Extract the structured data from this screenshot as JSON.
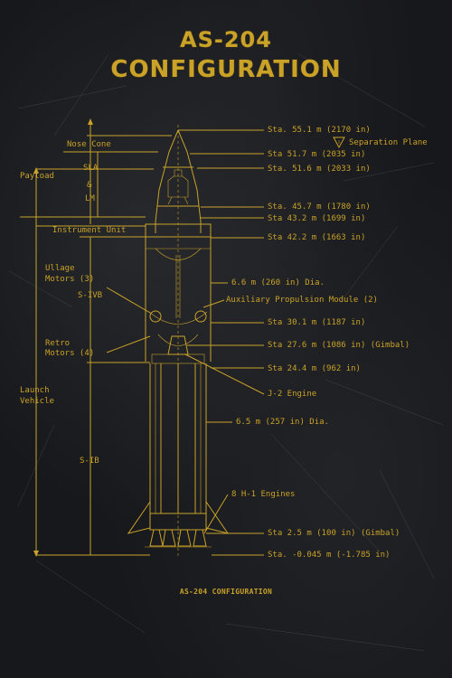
{
  "title_line1": "AS-204",
  "title_line2": "CONFIGURATION",
  "caption": "AS-204 CONFIGURATION",
  "accent_color": "#c9a227",
  "background_color": "#17181b",
  "stations": {
    "s1": "Sta. 55.1 m (2170 in)",
    "s2": "Sta 51.7 m (2035 in)",
    "s3": "Sta. 51.6 m (2033 in)",
    "s4": "Sta. 45.7 m (1780 in)",
    "s5": "Sta 43.2 m (1699 in)",
    "s6": "Sta 42.2 m (1663 in)",
    "s7": "Sta 30.1 m (1187 in)",
    "s8": "Sta 27.6 m (1086 in) (Gimbal)",
    "s9": "Sta 24.4 m (962 in)",
    "s10": "Sta 2.5 m (100 in) (Gimbal)",
    "s11": "Sta. -0.045 m (-1.785 in)"
  },
  "right_labels": {
    "separation_plane": "Separation Plane",
    "dia_upper": "6.6 m (260 in) Dia.",
    "apm": "Auxiliary Propulsion Module (2)",
    "j2": "J-2 Engine",
    "dia_lower": "6.5 m (257 in) Dia.",
    "h1": "8 H-1 Engines"
  },
  "left_labels": {
    "nose_cone": "Nose Cone",
    "payload": "Payload",
    "sla": "SLA",
    "amp": "&",
    "lm": "LM",
    "instrument_unit": "Instrument Unit",
    "ullage_line1": "Ullage",
    "ullage_line2": "Motors (3)",
    "sivb": "S-IVB",
    "retro_line1": "Retro",
    "retro_line2": "Motors (4)",
    "launch_line1": "Launch",
    "launch_line2": "Vehicle",
    "sib": "S-IB"
  },
  "icons": {
    "warning": "warning-triangle-icon"
  }
}
